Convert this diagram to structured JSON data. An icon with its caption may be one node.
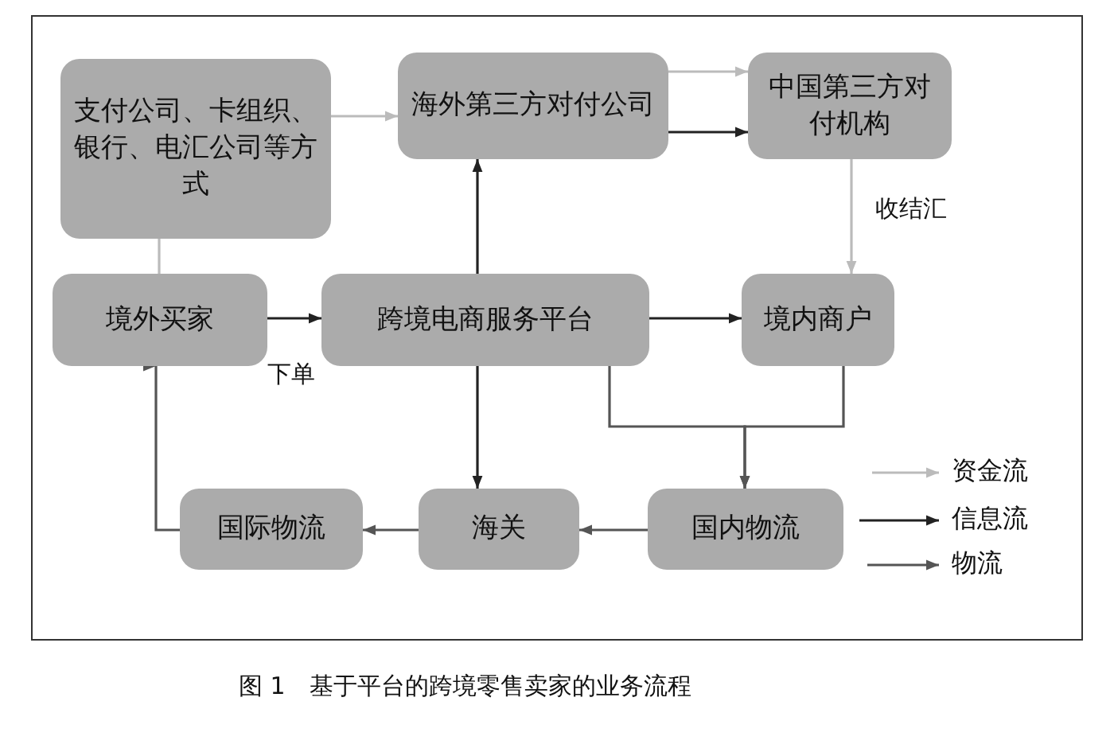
{
  "diagram": {
    "caption": "图 1　基于平台的跨境零售卖家的业务流程",
    "nodes": [
      {
        "text": [
          "支付公司、卡组织、银行、电汇公司等方式"
        ]
      },
      {
        "text": [
          "海外第三方对付公司"
        ]
      },
      {
        "text": [
          "中国第三方对付机构"
        ]
      },
      {
        "text": [
          "境外买家"
        ]
      },
      {
        "text": [
          "跨境电商服务平台"
        ]
      },
      {
        "text": [
          "境内商户"
        ]
      },
      {
        "text": [
          "国际物流"
        ]
      },
      {
        "text": [
          "海关"
        ]
      },
      {
        "text": [
          "国内物流"
        ]
      }
    ],
    "edges": [
      {
        "from": 0,
        "to": 1,
        "arrow": "to",
        "color": "#bbbbbb"
      },
      {
        "from": 1,
        "to": 2,
        "arrow": "to",
        "color": "#bbbbbb"
      },
      {
        "from": 1,
        "to": 2,
        "arrow": "to"
      },
      {
        "from": 2,
        "to": 5,
        "arrow": "to",
        "label": "收结汇",
        "color": "#bbbbbb"
      },
      {
        "from": 3,
        "to": 0,
        "arrow": "none",
        "color": "#bbbbbb"
      },
      {
        "from": 3,
        "to": 4,
        "arrow": "to",
        "label": "下单"
      },
      {
        "from": 4,
        "to": 1,
        "arrow": "to"
      },
      {
        "from": 4,
        "to": 5,
        "arrow": "to"
      },
      {
        "from": 4,
        "to": 7,
        "arrow": "to"
      },
      {
        "from": 4,
        "to": 8,
        "arrow": "to",
        "color": "#555555"
      },
      {
        "from": 5,
        "to": 8,
        "arrow": "to",
        "color": "#555555"
      },
      {
        "from": 8,
        "to": 7,
        "arrow": "to",
        "color": "#555555"
      },
      {
        "from": 7,
        "to": 6,
        "arrow": "to",
        "color": "#555555"
      },
      {
        "from": 6,
        "to": 3,
        "arrow": "to",
        "color": "#555555"
      }
    ],
    "legend": [
      {
        "text": "资金流"
      },
      {
        "text": "信息流"
      },
      {
        "text": "物流"
      }
    ]
  }
}
